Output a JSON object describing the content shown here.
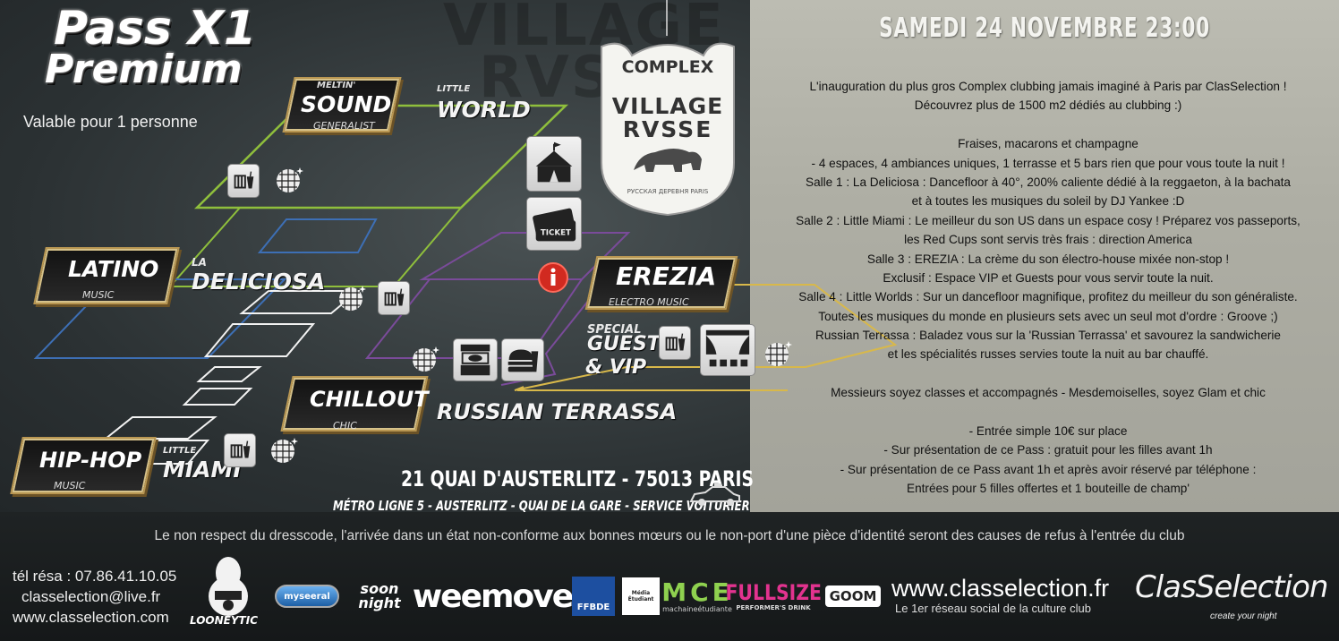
{
  "pass": {
    "title": "Pass X1",
    "subtitle": "Premium",
    "validity": "Valable pour 1 personne"
  },
  "watermark": {
    "line1": "VILLAGE",
    "line2": "RVSSE"
  },
  "logo": {
    "top": "COMPLEX",
    "name_line1": "VILLAGE",
    "name_line2": "RVSSE",
    "cyrillic": "РУССКАЯ ДЕРЕВНЯ PARIS"
  },
  "zones": {
    "sound": {
      "top": "MELTIN'",
      "main": "SOUND",
      "sub": "GENERALIST"
    },
    "world": {
      "top": "LITTLE",
      "main": "WORLD"
    },
    "latino": {
      "main": "LATINO",
      "sub": "MUSIC"
    },
    "deliciosa": {
      "top": "LA",
      "main": "DELICIOSA"
    },
    "erezia": {
      "main": "EREZIA",
      "sub": "ELECTRO MUSIC"
    },
    "vip": {
      "line1": "SPECIAL",
      "line2": "GUEST",
      "line3": "& VIP"
    },
    "chillout": {
      "main": "CHILLOUT",
      "sub": "CHIC"
    },
    "terrassa": {
      "main": "RUSSIAN TERRASSA"
    },
    "hiphop": {
      "main": "HIP-HOP",
      "sub": "MUSIC"
    },
    "miami": {
      "top": "LITTLE",
      "main": "MIAMI"
    }
  },
  "icons": {
    "circus": "circus-tent-icon",
    "ticket": "ticket-icon",
    "ticket_label": "TICKET",
    "info": "info-icon",
    "bar": "bar-drinks-icon",
    "disco": "disco-ball-icon",
    "food_stand": "food-stand-icon",
    "burger": "burger-icon",
    "theater": "theater-stage-icon",
    "taxi": "taxi-icon"
  },
  "address": "21 QUAI D'AUSTERLITZ - 75013 PARIS",
  "metro": "MÉTRO LIGNE 5 - AUSTERLITZ - QUAI DE LA GARE - SERVICE VOITURIER",
  "event_date": "SAMEDI 24 NOVEMBRE  23:00",
  "description": [
    "L'inauguration du plus gros Complex clubbing jamais imaginé à Paris par ClasSelection !",
    "Découvrez plus de 1500 m2 dédiés au clubbing :)",
    "",
    "Fraises, macarons et champagne",
    "- 4 espaces, 4 ambiances uniques, 1 terrasse et 5 bars rien que pour vous toute la nuit !",
    "Salle 1 : La Deliciosa : Dancefloor à 40°, 200% caliente dédié à la reggaeton, à la bachata",
    "et à toutes les musiques du soleil by DJ Yankee :D",
    "Salle 2 : Little Miami : Le meilleur du son US dans un espace cosy ! Préparez vos passeports,",
    "les Red Cups sont servis très frais : direction America",
    "Salle 3 : EREZIA : La crème du son électro-house mixée non-stop !",
    "Exclusif : Espace VIP et Guests pour vous servir toute la nuit.",
    "Salle 4 : Little Worlds : Sur un dancefloor magnifique, profitez du meilleur du son généraliste.",
    "Toutes les musiques du monde en plusieurs sets avec un seul mot d'ordre : Groove ;)",
    "Russian Terrassa : Baladez vous sur la 'Russian Terrassa'  et savourez la sandwicherie",
    "et les spécialités russes servies toute la nuit au bar chauffé.",
    "",
    "Messieurs soyez classes et accompagnés - Mesdemoiselles, soyez Glam et chic",
    "",
    "- Entrée simple 10€ sur place",
    "- Sur présentation de ce Pass : gratuit pour les filles avant 1h",
    "- Sur présentation de ce Pass avant 1h et après avoir réservé par téléphone :",
    "Entrées pour 5 filles offertes et 1 bouteille de champ'"
  ],
  "dresscode": "Le non respect du dresscode, l'arrivée dans un état non-conforme aux bonnes mœurs ou le non-port d'une pièce d'identité seront des causes de refus à l'entrée du club",
  "contact": {
    "phone": "tél résa : 07.86.41.10.05",
    "email": "classelection@live.fr",
    "website": "www.classelection.com"
  },
  "sponsors": {
    "looneytic": "LOONEYTIC",
    "myseeral": "myseeral",
    "soonnight": "soon night",
    "weemove": "weemove",
    "ffbde": "FFBDE",
    "mediaetudiant": "Média Étudiant",
    "mce": "MCE",
    "mce_sub": "machaineétudiante",
    "fullsize": "FULLSIZE",
    "fullsize_sub": "PERFORMER'S DRINK",
    "goom": "GOOM"
  },
  "site": {
    "url": "www.classelection.fr",
    "tagline": "Le 1er réseau social de la culture club"
  },
  "brand": {
    "name": "ClasSelection",
    "tagline": "create your night"
  },
  "colors": {
    "green": "#8fbf3c",
    "blue": "#3d6fb5",
    "purple": "#7a4b9a",
    "gold": "#d8b84a",
    "info_red": "#d12a20"
  }
}
